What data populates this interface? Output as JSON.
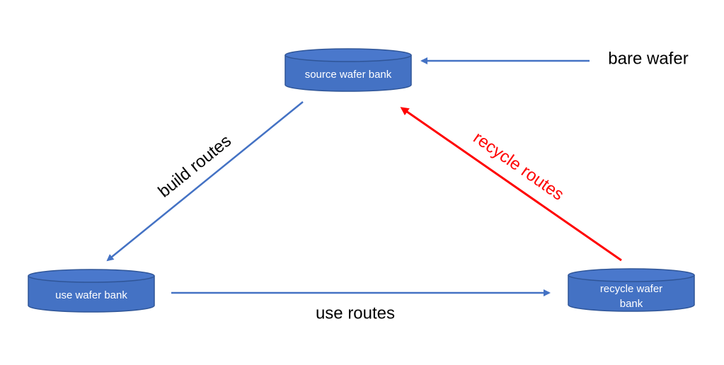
{
  "diagram": {
    "nodes": {
      "source_bank": {
        "label": "source wafer bank"
      },
      "use_bank": {
        "label": "use wafer bank"
      },
      "recycle_bank": {
        "label_line1": "recycle wafer",
        "label_line2": "bank"
      }
    },
    "edges": {
      "bare_wafer": {
        "label": "bare wafer"
      },
      "build_routes": {
        "label": "build routes"
      },
      "recycle_routes": {
        "label": "recycle routes"
      },
      "use_routes": {
        "label": "use routes"
      }
    }
  },
  "colors": {
    "cylinder_fill": "#4472c4",
    "cylinder_stroke": "#2f5597",
    "arrow_blue": "#4472c4",
    "arrow_red": "#ff0000",
    "text_dark": "#000000",
    "text_red": "#ff0000"
  }
}
